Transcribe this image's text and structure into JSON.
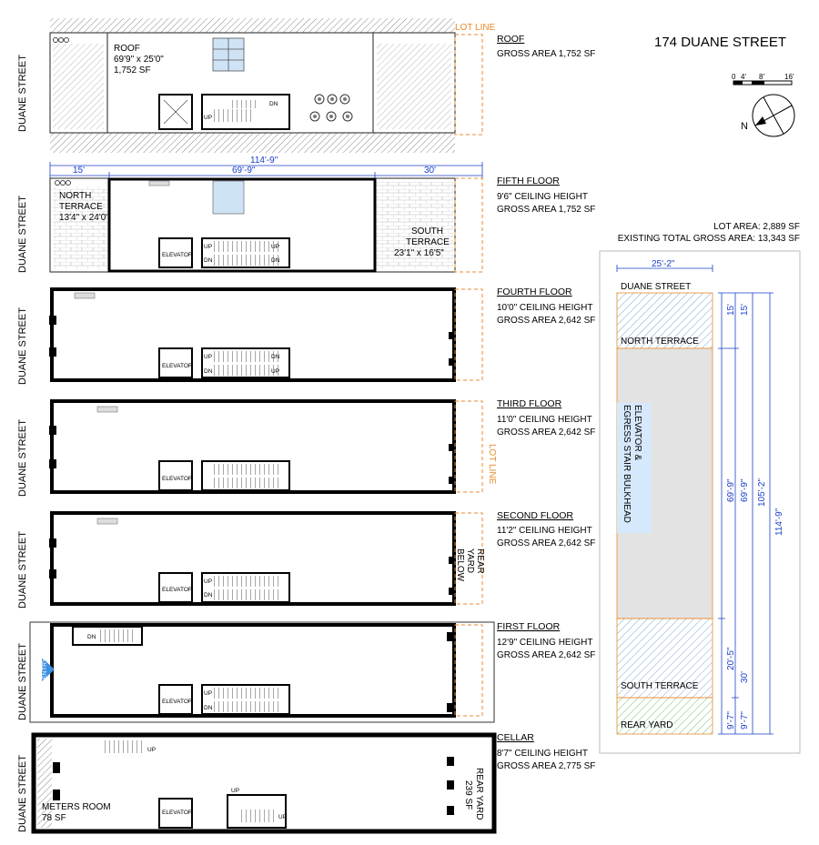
{
  "title": "174 DUANE STREET",
  "scale": {
    "labels": [
      "0",
      "4'",
      "8'",
      "16'"
    ]
  },
  "north": "N",
  "lot_line": "LOT LINE",
  "lot_info": {
    "area": "LOT AREA: 2,889 SF",
    "existing": "EXISTING TOTAL GROSS AREA: 13,343 SF"
  },
  "street": "DUANE STREET",
  "labels": {
    "elevator": "ELEVATOR",
    "up": "UP",
    "dn": "DN",
    "entry": "ENTRY",
    "rear_yard_below": [
      "REAR",
      "YARD",
      "BELOW"
    ]
  },
  "roof": {
    "name": "ROOF",
    "dims": "69'9\" x 25'0\"",
    "area": "1,752 SF",
    "gross": "GROSS AREA 1,752 SF"
  },
  "dims": {
    "total": "114'-9\"",
    "north": "15'",
    "middle": "69'-9\"",
    "south": "30'"
  },
  "fifth": {
    "name": "FIFTH FLOOR",
    "ceiling": "9'6\" CEILING HEIGHT",
    "gross": "GROSS AREA 1,752 SF",
    "north_terrace": [
      "NORTH",
      "TERRACE",
      "13'4\" x 24'0\""
    ],
    "south_terrace": [
      "SOUTH",
      "TERRACE",
      "23'1\" x 16'5\""
    ]
  },
  "fourth": {
    "name": "FOURTH FLOOR",
    "ceiling": "10'0\" CEILING HEIGHT",
    "gross": "GROSS AREA 2,642 SF"
  },
  "third": {
    "name": "THIRD FLOOR",
    "ceiling": "11'0\" CEILING HEIGHT",
    "gross": "GROSS AREA 2,642 SF"
  },
  "second": {
    "name": "SECOND FLOOR",
    "ceiling": "11'2\" CEILING HEIGHT",
    "gross": "GROSS AREA 2,642 SF"
  },
  "first": {
    "name": "FIRST FLOOR",
    "ceiling": "12'9\" CEILING HEIGHT",
    "gross": "GROSS AREA 2,642 SF"
  },
  "cellar": {
    "name": "CELLAR",
    "ceiling": "8'7\" CEILING HEIGHT",
    "gross": "GROSS AREA 2,775 SF",
    "meters": [
      "METERS ROOM",
      "78 SF"
    ],
    "rear_yard": [
      "REAR YARD",
      "239 SF"
    ]
  },
  "site": {
    "width": "25'-2\"",
    "street": "DUANE STREET",
    "north_terrace": "NORTH TERRACE",
    "bulkhead": [
      "ELEVATOR &",
      "EGRESS STAIR BULKHEAD"
    ],
    "south_terrace": "SOUTH TERRACE",
    "rear_yard": "REAR YARD",
    "dims": {
      "a": "15'",
      "b": "15'",
      "c": "69'-9\"",
      "d": "69'-9\"",
      "e": "105'-2\"",
      "f": "114'-9\"",
      "g": "20'-5\"",
      "h": "30'",
      "i": "9'-7\"",
      "j": "9'-7\""
    }
  },
  "colors": {
    "dim": "#1a3fc8",
    "orange": "#e88a2c",
    "hatch_blue": "#7fa6d8",
    "hatch_green": "#6bbf6b",
    "bulkhead": "#d6e8fb"
  }
}
